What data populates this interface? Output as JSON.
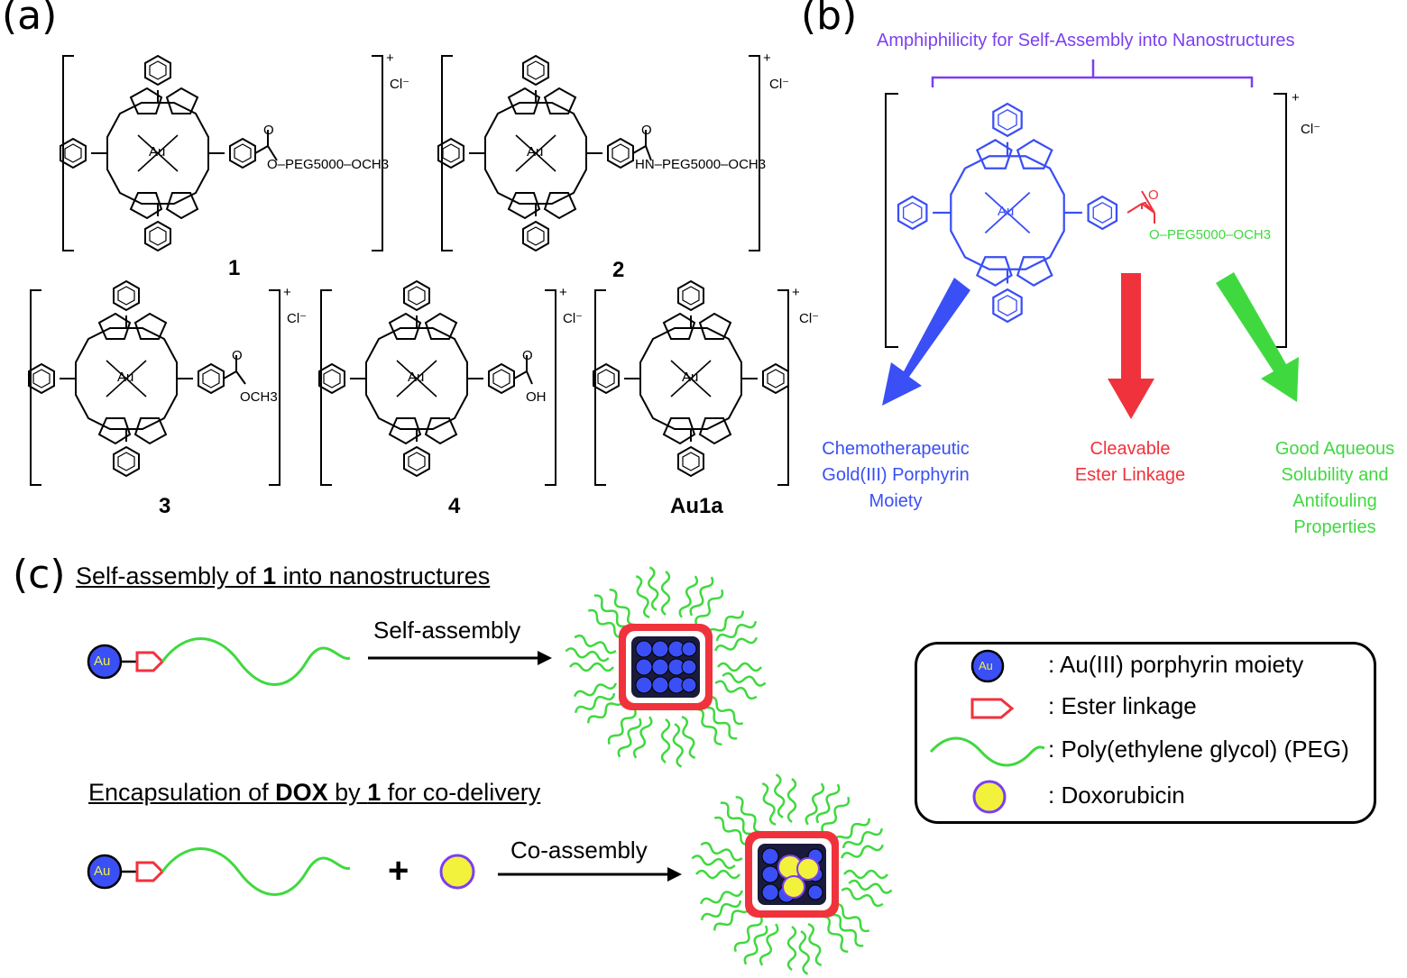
{
  "panels": {
    "a": "(a)",
    "b": "(b)",
    "c": "(c)"
  },
  "compounds": [
    {
      "label": "1",
      "substituent_line1": "O",
      "substituent_line2": "O–PEG5000–OCH3"
    },
    {
      "label": "2",
      "substituent_line1": "O",
      "substituent_line2": "HN–PEG5000–OCH3"
    },
    {
      "label": "3",
      "substituent_line1": "O",
      "substituent_line2": "OCH3"
    },
    {
      "label": "4",
      "substituent_line1": "O",
      "substituent_line2": "OH"
    },
    {
      "label": "Au1a"
    }
  ],
  "charge": "+",
  "counterion": "Cl⁻",
  "atoms": {
    "metal": "Au",
    "nitrogen": "N"
  },
  "panel_b": {
    "heading": "Amphiphilicity for Self-Assembly into Nanostructures",
    "peg_text": "O–PEG5000–OCH3",
    "carbonyl_o": "O",
    "labels": {
      "blue": [
        "Chemotherapeutic",
        "Gold(III) Porphyrin",
        "Moiety"
      ],
      "red": [
        "Cleavable",
        "Ester Linkage"
      ],
      "green": [
        "Good Aqueous",
        "Solubility and",
        "Antifouling",
        "Properties"
      ]
    }
  },
  "panel_c": {
    "title1_pre": "Self-assembly of ",
    "title1_bold": "1",
    "title1_post": " into nanostructures",
    "arrow1_label": "Self-assembly",
    "title2_pre": "Encapsulation of ",
    "title2_bold1": "DOX",
    "title2_mid": " by ",
    "title2_bold2": "1",
    "title2_post": " for co-delivery",
    "plus": "+",
    "arrow2_label": "Co-assembly",
    "au_label": "Au"
  },
  "legend": [
    {
      "icon": "au-sphere-icon",
      "text": ": Au(III) porphyrin moiety"
    },
    {
      "icon": "ester-linkage-icon",
      "text": ": Ester linkage"
    },
    {
      "icon": "peg-wave-icon",
      "text": ": Poly(ethylene glycol) (PEG)"
    },
    {
      "icon": "doxorubicin-icon",
      "text": ": Doxorubicin"
    }
  ],
  "colors": {
    "porphyrin_blue": "#3a4ff5",
    "au_sphere": "#3a4ff5",
    "ester_red": "#f0323c",
    "peg_green": "#3fd93f",
    "dox_yellow": "#f2f23c",
    "dox_outline": "#7b3ff0",
    "heading_purple": "#7b3ff0"
  }
}
